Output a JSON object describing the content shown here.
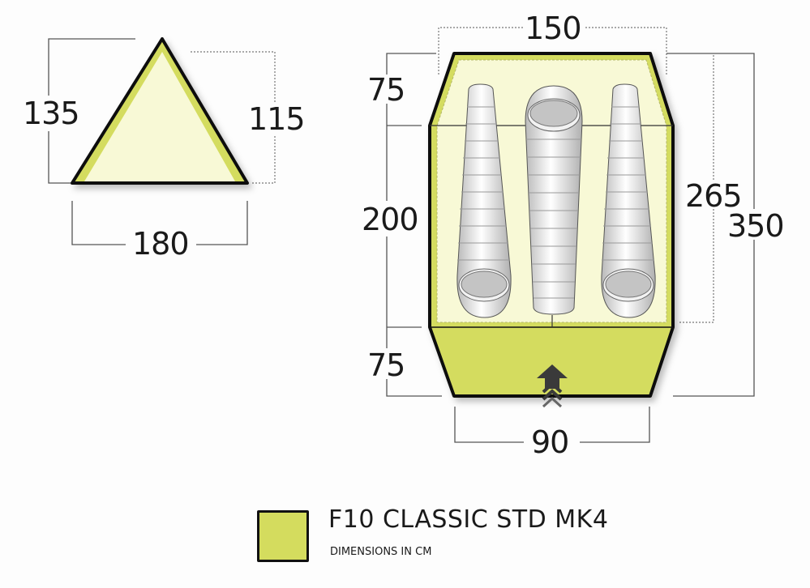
{
  "product": {
    "name": "F10 CLASSIC STD MK4",
    "units_note": "DIMENSIONS IN CM"
  },
  "colors": {
    "tent_green": "#d4dc5e",
    "inner_cream": "#f8f9d6",
    "outline": "#111111",
    "dimension_line": "#555555",
    "sleeping_bag_gray": "#c8c8c8"
  },
  "side_view": {
    "total_height": "135",
    "inner_height": "115",
    "base_width": "180"
  },
  "floor_plan": {
    "inner_width": "150",
    "front_porch_depth": "75",
    "inner_length": "200",
    "rear_porch_depth": "75",
    "inner_total_length": "265",
    "total_length": "350",
    "door_width": "90",
    "sleeping_bags": 3,
    "entrance_icon": "entrance-arrow-icon"
  }
}
